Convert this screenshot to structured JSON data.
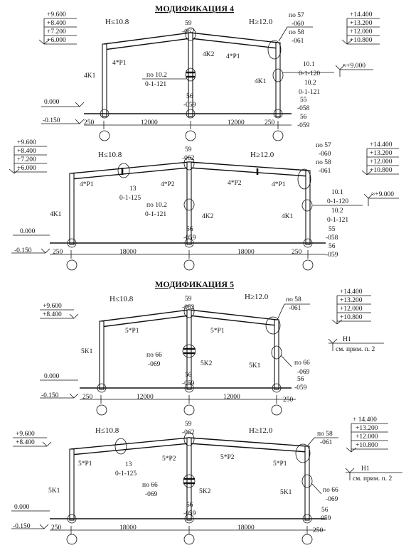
{
  "drawings": [
    {
      "title": "МОДИФИКАЦИЯ 4",
      "h_left": "H≤10.8",
      "h_right": "H≥12.0",
      "left_levels": [
        "+9.600",
        "+8.400",
        "+7.200",
        "+6.000"
      ],
      "right_levels": [
        "+14.400",
        "+13.200",
        "+12.000",
        "+10.800"
      ],
      "base_levels": [
        "0.000",
        "-0.150"
      ],
      "rail_level": "≈+9.000",
      "ridge_node": [
        "59",
        "-062"
      ],
      "eave_node": [
        "по 57",
        "-060",
        "по 58",
        "-061"
      ],
      "mid_node": [
        "по 10.2",
        "0-1-121"
      ],
      "right_mid_node": [
        "10.1",
        "0-1-120",
        "10.2",
        "0-1-121"
      ],
      "left_rafter": "4*P1",
      "right_rafter": "4*P1",
      "center_col": "4K2",
      "left_col": "4K1",
      "right_col": "4K1",
      "base_center": [
        "56",
        "-059"
      ],
      "base_right": [
        "55",
        "-058",
        "56",
        "-059"
      ],
      "edge_left": "250",
      "edge_right": "250",
      "span_left": "12000",
      "span_right": "12000"
    },
    {
      "title": "",
      "h_left": "H≤10.8",
      "h_right": "H≥12.0",
      "left_levels": [
        "+9.600",
        "+8.400",
        "+7.200",
        "+6.000"
      ],
      "right_levels": [
        "+14.400",
        "+13.200",
        "+12.000",
        "+10.800"
      ],
      "base_levels": [
        "0.000",
        "-0.150"
      ],
      "rail_level": "≈+9.000",
      "ridge_node": [
        "59",
        "-062"
      ],
      "eave_node": [
        "по 57",
        "-060",
        "по 58",
        "-061"
      ],
      "splice_node": [
        "13",
        "0-1-125"
      ],
      "mid_node": [
        "по 10.2",
        "0-1-121"
      ],
      "right_mid_node": [
        "10.1",
        "0-1-120",
        "10.2",
        "0-1-121"
      ],
      "rafters": [
        "4*P1",
        "4*P2",
        "4*P2",
        "4*P1"
      ],
      "center_col": "4K2",
      "left_col": "4K1",
      "right_col": "4K1",
      "base_center": [
        "56",
        "-059"
      ],
      "base_right": [
        "55",
        "-058",
        "56",
        "-059"
      ],
      "edge_left": "250",
      "edge_right": "250",
      "span_left": "18000",
      "span_right": "18000"
    },
    {
      "title": "МОДИФИКАЦИЯ 5",
      "h_left": "H≤10.8",
      "h_right": "H≥12.0",
      "left_levels": [
        "+9.600",
        "+8.400"
      ],
      "right_levels": [
        "+14.400",
        "+13.200",
        "+12.000",
        "+10.800"
      ],
      "base_levels": [
        "0.000",
        "-0.150"
      ],
      "note": [
        "H1",
        "см. прим. п. 2"
      ],
      "ridge_node": [
        "59",
        "-062"
      ],
      "eave_node": [
        "по 58",
        "-061"
      ],
      "mid_node": [
        "по 66",
        "-069"
      ],
      "right_mid_node": [
        "по 66",
        "-069"
      ],
      "left_rafter": "5*P1",
      "right_rafter": "5*P1",
      "center_col": "5K2",
      "left_col": "5K1",
      "right_col": "5K1",
      "base_center": [
        "56",
        "-059"
      ],
      "base_right": [
        "56",
        "-059"
      ],
      "edge_left": "250",
      "edge_right": "250",
      "span_left": "12000",
      "span_right": "12000"
    },
    {
      "title": "",
      "h_left": "H≤10.8",
      "h_right": "H≥12.0",
      "left_levels": [
        "+9.600",
        "+8.400"
      ],
      "right_levels": [
        "+ 14.400",
        "+13.200",
        "+12.000",
        "+10.800"
      ],
      "base_levels": [
        "0.000",
        "-0.150"
      ],
      "note": [
        "H1",
        "см. прим. п. 2"
      ],
      "ridge_node": [
        "59",
        "-062"
      ],
      "eave_node": [
        "по 58",
        "-061"
      ],
      "splice_node": [
        "13",
        "0-1-125"
      ],
      "mid_node": [
        "по 66",
        "-069"
      ],
      "right_mid_node": [
        "по 66",
        "-069"
      ],
      "rafters": [
        "5*P1",
        "5*P2",
        "5*P2",
        "5*P1"
      ],
      "center_col": "5K2",
      "left_col": "5K1",
      "right_col": "5K1",
      "base_center": [
        "56",
        "-059"
      ],
      "base_right": [
        "56",
        "-059"
      ],
      "edge_left": "250",
      "edge_right": "250",
      "span_left": "18000",
      "span_right": "18000"
    }
  ]
}
